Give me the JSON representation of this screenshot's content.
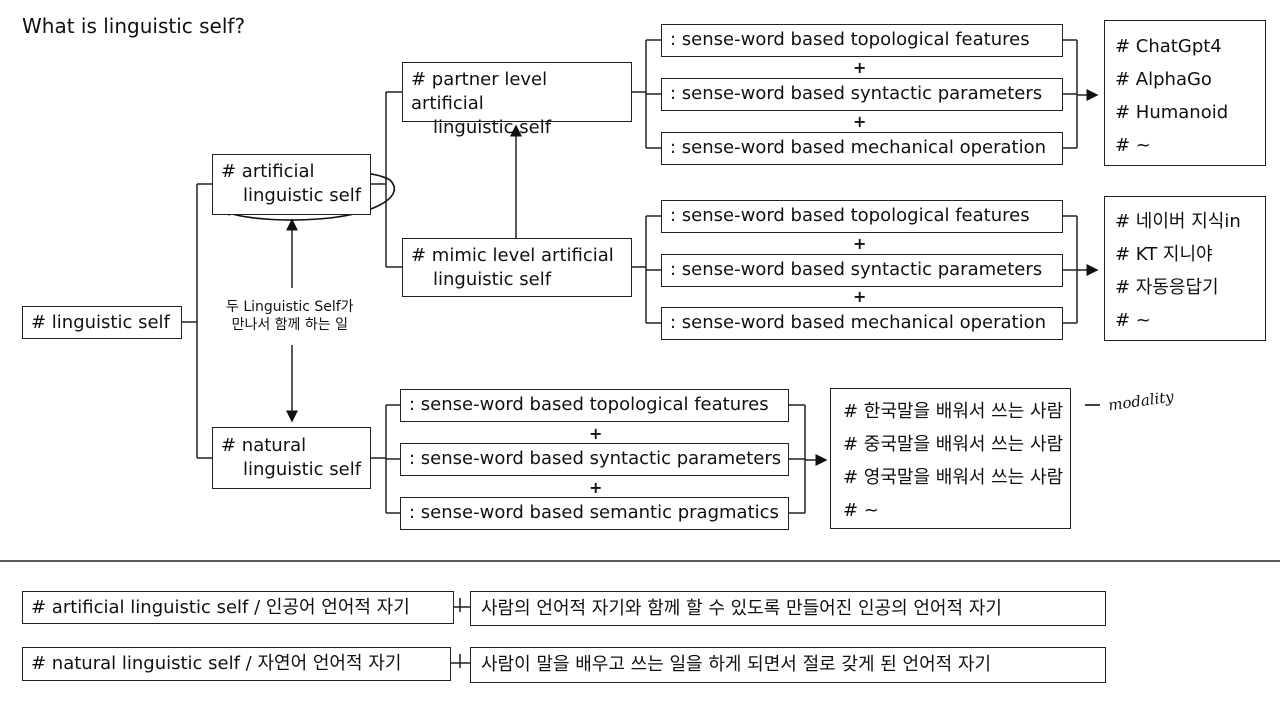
{
  "title": "What is linguistic self?",
  "root": "# linguistic self",
  "artificial": {
    "line1": "# artificial",
    "line2": "linguistic self"
  },
  "natural": {
    "line1": "# natural",
    "line2": "linguistic self"
  },
  "partner": {
    "line1": "# partner level artificial",
    "line2": "linguistic self"
  },
  "mimic": {
    "line1": "# mimic level artificial",
    "line2": "linguistic self"
  },
  "meeting": {
    "line1": "두 Linguistic Self가",
    "line2": "만나서 함께 하는 일"
  },
  "plus": "+",
  "partner_features": [
    ": sense-word based topological features",
    ": sense-word based syntactic parameters",
    ": sense-word based mechanical operation"
  ],
  "mimic_features": [
    ": sense-word based topological features",
    ": sense-word based syntactic parameters",
    ": sense-word based mechanical operation"
  ],
  "natural_features": [
    ": sense-word based topological features",
    ": sense-word based syntactic parameters",
    ": sense-word based semantic pragmatics"
  ],
  "partner_examples": [
    "# ChatGpt4",
    "# AlphaGo",
    "# Humanoid",
    "# ~"
  ],
  "mimic_examples": [
    "# 네이버 지식in",
    "# KT 지니야",
    "# 자동응답기",
    "# ~"
  ],
  "natural_examples": [
    "# 한국말을 배워서 쓰는 사람",
    "# 중국말을 배워서 쓰는 사람",
    "# 영국말을 배워서 쓰는 사람",
    "# ~"
  ],
  "handwritten_note": "modality",
  "definitions": [
    {
      "term": "# artificial linguistic self / 인공어 언어적 자기",
      "meaning": "사람의 언어적 자기와 함께 할 수 있도록 만들어진 인공의 언어적 자기"
    },
    {
      "term": "# natural  linguistic  self / 자연어 언어적 자기",
      "meaning": "사람이 말을 배우고 쓰는 일을 하게 되면서 절로 갖게 된 언어적 자기"
    }
  ]
}
